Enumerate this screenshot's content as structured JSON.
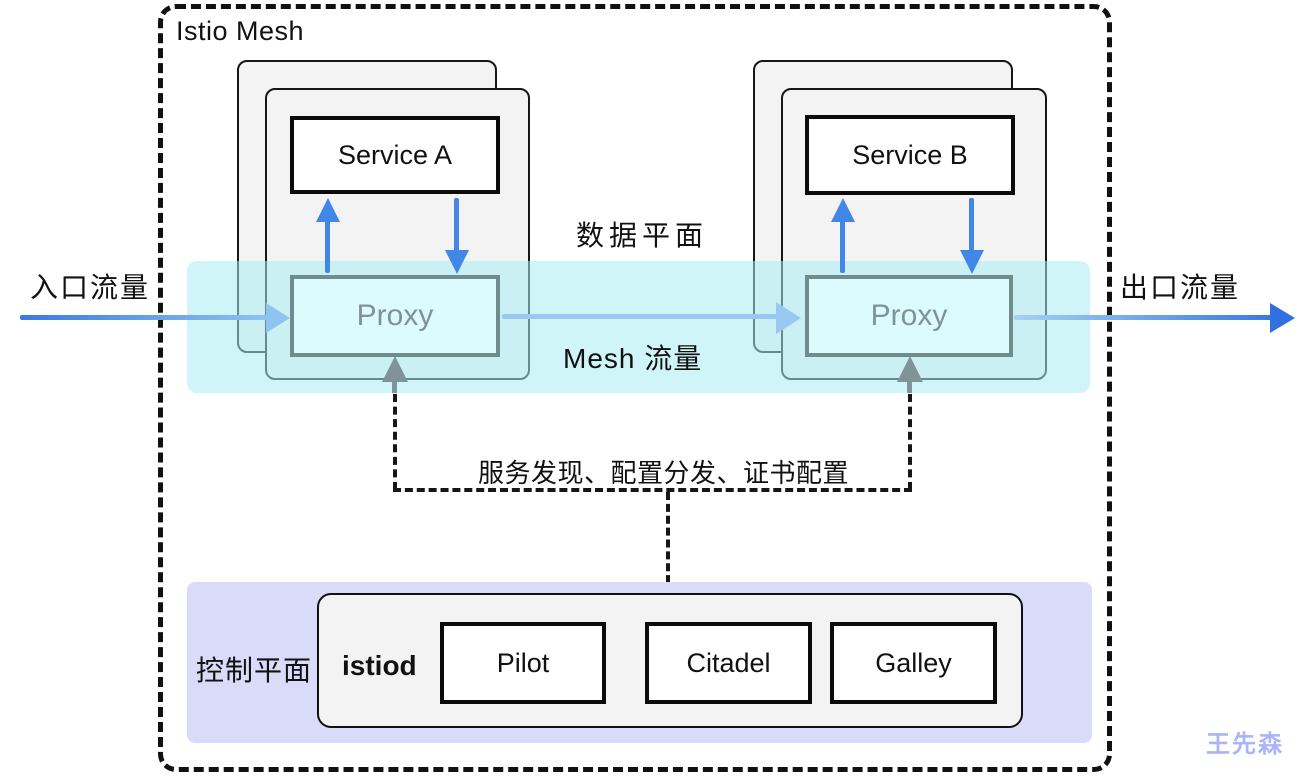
{
  "mesh": {
    "title": "Istio Mesh"
  },
  "traffic": {
    "ingress_label": "入口流量",
    "egress_label": "出口流量",
    "data_plane_label": "数据平面",
    "mesh_traffic_label": "Mesh 流量"
  },
  "workloads": [
    {
      "service": "Service A",
      "proxy": "Proxy"
    },
    {
      "service": "Service B",
      "proxy": "Proxy"
    }
  ],
  "control": {
    "plane_label": "控制平面",
    "link_label": "服务发现、配置分发、证书配置",
    "istiod_label": "istiod",
    "components": [
      "Pilot",
      "Citadel",
      "Galley"
    ]
  },
  "watermark": "王先森",
  "colors": {
    "arrow-blue": "#4187e8",
    "arrow-blue-dark": "#3b79e0",
    "arrow-blue-light": "#8fc3f0",
    "mesh-arrow": "#99c9f1",
    "gray-arrow": "#7f9499",
    "proxy-border": "#6f8d8e",
    "proxy-fill": "#dcfbfd",
    "proxy-text": "#7f929a",
    "band-cyan": "rgba(167,237,244,0.55)",
    "band-lavender": "#dadbf8",
    "pod-fill": "#f3f3f3",
    "watermark-color": "#aab4f7"
  }
}
